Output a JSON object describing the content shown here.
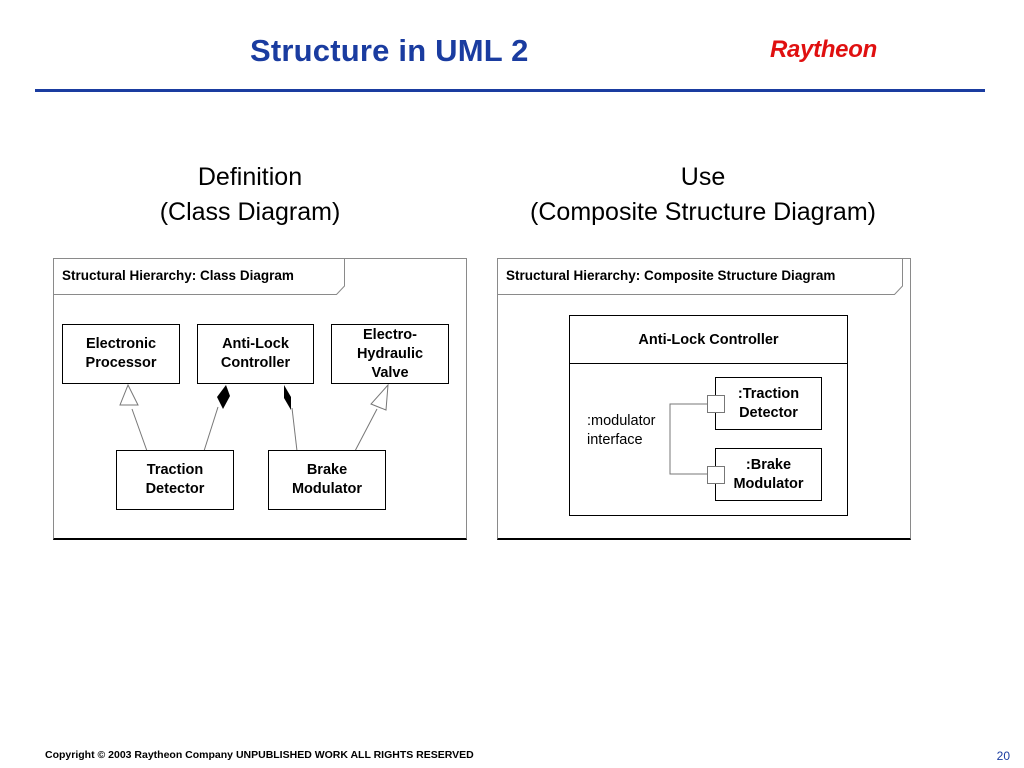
{
  "slide": {
    "title": "Structure in UML 2",
    "brand": "Raytheon",
    "footer": "Copyright © 2003 Raytheon Company UNPUBLISHED WORK ALL RIGHTS RESERVED",
    "page_number": "20"
  },
  "left_column": {
    "heading_line1": "Definition",
    "heading_line2": "(Class Diagram)",
    "frame_label": "Structural Hierarchy: Class Diagram",
    "classes": {
      "electronic_processor": "Electronic\nProcessor",
      "anti_lock_controller": "Anti-Lock\nController",
      "electro_hydraulic_valve": "Electro-\nHydraulic\nValve",
      "traction_detector": "Traction\nDetector",
      "brake_modulator": "Brake\nModulator"
    }
  },
  "right_column": {
    "heading_line1": "Use",
    "heading_line2": "(Composite Structure Diagram)",
    "frame_label": "Structural Hierarchy: Composite Structure Diagram",
    "container": "Anti-Lock Controller",
    "parts": {
      "traction_detector": ":Traction\nDetector",
      "brake_modulator": ":Brake\nModulator"
    },
    "interface_label": ":modulator\ninterface"
  },
  "colors": {
    "title_blue": "#1a3ca0",
    "brand_red": "#e01010"
  }
}
